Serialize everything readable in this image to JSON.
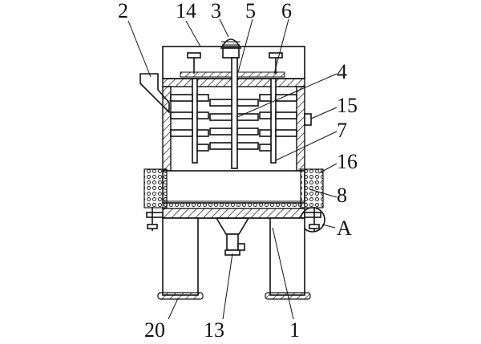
{
  "figure": {
    "labels": [
      {
        "id": "2",
        "text": "2"
      },
      {
        "id": "14",
        "text": "14"
      },
      {
        "id": "3",
        "text": "3"
      },
      {
        "id": "5",
        "text": "5"
      },
      {
        "id": "6",
        "text": "6"
      },
      {
        "id": "4",
        "text": "4"
      },
      {
        "id": "15",
        "text": "15"
      },
      {
        "id": "7",
        "text": "7"
      },
      {
        "id": "16",
        "text": "16"
      },
      {
        "id": "8",
        "text": "8"
      },
      {
        "id": "A",
        "text": "A"
      },
      {
        "id": "20",
        "text": "20"
      },
      {
        "id": "13",
        "text": "13"
      },
      {
        "id": "1",
        "text": "1"
      }
    ]
  }
}
